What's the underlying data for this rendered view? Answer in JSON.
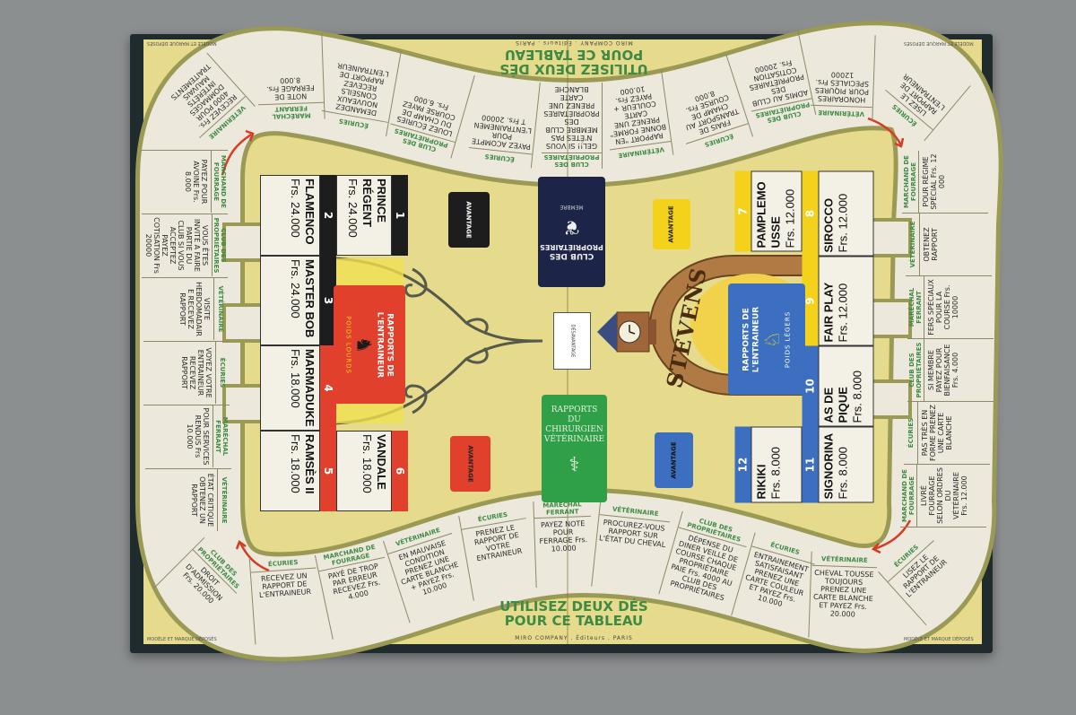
{
  "board": {
    "dice_title_line1": "UTILISEZ DEUX DÉS",
    "dice_title_line2": "POUR CE TABLEAU",
    "publisher": "MIRO COMPANY . Éditeurs . PARIS",
    "trademark": "MODÈLE ET MARQUE DÉPOSÉS",
    "colors": {
      "yellow": "#e6da8c",
      "track": "#ece9dc",
      "border": "#9a9a55",
      "green": "#3f8a45",
      "red": "#e0402c",
      "blue": "#3c6fc0",
      "navy": "#1c2448"
    }
  },
  "track": {
    "bottom": [
      {
        "label": "CLUB DES PROPRIÉTAIRES",
        "text": "DROIT D'ADMISSION Frs. 20.000"
      },
      {
        "label": "ÉCURIES",
        "text": "RECEVEZ UN RAPPORT DE L'ENTRAINEUR"
      },
      {
        "label": "MARCHAND DE FOURRAGE",
        "text": "PAYÉ DE TROP PAR ERREUR RECEVEZ Frs. 4.000"
      },
      {
        "label": "VÉTÉRINAIRE",
        "text": "EN MAUVAISE CONDITION PRENEZ UNE CARTE BLANCHE + PAYEZ Frs. 10.000"
      },
      {
        "label": "ÉCURIES",
        "text": "PRENEZ LE RAPPORT DE VOTRE ENTRAINEUR"
      },
      {
        "label": "MARÉCHAL FERRANT",
        "text": "PAYEZ NOTE POUR FERRAGE Frs. 10.000"
      },
      {
        "label": "VÉTÉRINAIRE",
        "text": "PROCUREZ-VOUS RAPPORT SUR L'ÉTAT DU CHEVAL"
      },
      {
        "label": "CLUB DES PROPRIÉTAIRES",
        "text": "DÉPENSE DU DINER VEILLE DE COURSE CHAQUE PROPRIÉTAIRE PAIE Frs. 4000 AU CLUB DES PROPRIÉTAIRES"
      },
      {
        "label": "ÉCURIES",
        "text": "ENTRAINEMENT SATISFAISANT PRENEZ UNE CARTE COULEUR ET PAYEZ Frs. 10.000"
      },
      {
        "label": "VÉTÉRINAIRE",
        "text": "CHEVAL TOUSSE TOUJOURS PRENEZ UNE CARTE BLANCHE ET PAYEZ Frs. 20.000"
      },
      {
        "label": "ÉCURIES",
        "text": "LISEZ LE RAPPORT DE L'ENTRAINEUR"
      }
    ],
    "right": [
      {
        "label": "MARCHAND DE FOURRAGE",
        "text": "LIVRÉ FOURRAGE SELON ORDRES DU VÉTÉRINAIRE Frs. 12.000"
      },
      {
        "label": "ÉCURIES",
        "text": "PAS TRÈS EN FORME PRENEZ UNE CARTE BLANCHE"
      },
      {
        "label": "CLUB DES PROPRIÉTAIRES",
        "text": "SI MEMBRE PAYEZ POUR BIENFAISANCE Frs. 4.000"
      },
      {
        "label": "MARÉCHAL FERRANT",
        "text": "FERS SPÉCIAUX POUR LA COURSE Frs. 10000"
      },
      {
        "label": "VÉTÉRINAIRE",
        "text": "OBTENEZ RAPPORT"
      },
      {
        "label": "MARCHAND DE FOURRAGE",
        "text": "POUR RÉGIME SPÉCIAL Frs. 12 000"
      }
    ],
    "top": [
      {
        "label": "ÉCURIES",
        "text": "LISEZ LE RAPPORT DE L'ENTRAINEUR"
      },
      {
        "label": "VÉTÉRINAIRE",
        "text": "HONORAIRES POUR PIQURES SPECIALES Frs. 12000"
      },
      {
        "label": "CLUB DES PROPRIÉTAIRES",
        "text": "ADMIS AU CLUB DES PROPRIÉTAIRES COTISATION Frs. 20000"
      },
      {
        "label": "ÉCURIES",
        "text": "FRAIS DE TRANSPORT AU CHAMP DE COURSE Frs. 8.000"
      },
      {
        "label": "VÉTÉRINAIRE",
        "text": "RAPPORT \"EN BONNE FORME\" PRENEZ UNE CARTE COULEUR + PAYEZ Frs. 10.000"
      },
      {
        "label": "CLUB DES PROPRIÉTAIRES",
        "text": "GEL!! SI VOUS N'ÊTES PAS MEMBRE CLUB DES PROPRIÉTAIRES PRENEZ UNE CARTE BLANCHE"
      },
      {
        "label": "ÉCURIES",
        "text": "PAYEZ ACOMPTE POUR L'ENTRAINEMENT Frs. 20000"
      },
      {
        "label": "CLUB DES PROPRIÉTAIRES",
        "text": "LOUEZ ÉCURIES DU CHAMP DE COURSE PAYEZ Frs. 6.000"
      },
      {
        "label": "ÉCURIES",
        "text": "DEMANDEZ NOUVEAUX CONSEILS RECEVEZ RAPPORT DE L'ENTRAINEUR"
      },
      {
        "label": "MARÉCHAL FERRANT",
        "text": "NOTE DE FERRAGE Frs. 8.000"
      },
      {
        "label": "VÉTÉRINAIRE",
        "text": "RECEVEZ Frs. 4000 POUR DOMMAGES INTÉRÊTS MAUVAIS TRAITEMENTS"
      }
    ],
    "left": [
      {
        "label": "MARCHAND DE FOURRAGE",
        "text": "PAYEZ POUR AVOINE Frs. 8.000"
      },
      {
        "label": "CLUB DES PROPRIÉTAIRES",
        "text": "VOUS ÊTES INVITÉ A FAIRE PARTIE DU CLUB SI VOUS ACCEPTEZ PAYEZ COTISATION Frs 20000"
      },
      {
        "label": "VÉTÉRINAIRE",
        "text": "VISITE HEBDOMADAIRE RECEVEZ RAPPORT"
      },
      {
        "label": "ÉCURIES",
        "text": "VOYEZ VOTRE ENTRAINEUR RECEVEZ RAPPORT"
      },
      {
        "label": "MARÉCHAL FERRANT",
        "text": "POUR SERVICES RENDUS Frs 10.000"
      },
      {
        "label": "VÉTÉRINAIRE",
        "text": "ÉTAT CRITIQUE OBTENEZ UN RAPPORT"
      }
    ]
  },
  "horses": [
    {
      "number": "1",
      "name": "PRINCE RÉGENT",
      "price": "Frs. 24.000"
    },
    {
      "number": "2",
      "name": "FLAMENCO",
      "price": "Frs. 24.000"
    },
    {
      "number": "3",
      "name": "MASTER BOB",
      "price": "Frs. 24.000"
    },
    {
      "number": "4",
      "name": "MARMADUKE",
      "price": "Frs. 18.000"
    },
    {
      "number": "5",
      "name": "RAMSÈS II",
      "price": "Frs. 18.000"
    },
    {
      "number": "6",
      "name": "VANDALE",
      "price": "Frs. 18.000"
    },
    {
      "number": "7",
      "name": "PAMPLEMOUSSE",
      "price": "Frs. 12.000"
    },
    {
      "number": "8",
      "name": "SIROCCO",
      "price": "Frs. 12.000"
    },
    {
      "number": "9",
      "name": "FAIR PLAY",
      "price": "Frs. 12.000"
    },
    {
      "number": "10",
      "name": "AS DE PIQUE",
      "price": "Frs. 8.000"
    },
    {
      "number": "11",
      "name": "SIGNORINA",
      "price": "Frs. 8.000"
    },
    {
      "number": "12",
      "name": "RIKIKI",
      "price": "Frs. 8.000"
    }
  ],
  "center": {
    "advantage": "AVANTAGE",
    "disadvantage": "DÉSAVANTAGE",
    "club_card_line1": "CLUB DES",
    "club_card_line2": "PROPRIÉTAIRES",
    "club_card_member": "MEMBRE",
    "vet_card": "RAPPORTS DU CHIRURGIEN VÉTÉRINAIRE",
    "trainer_heavy_title": "RAPPORTS DE L'ENTRAINEUR",
    "trainer_heavy_sub": "POIDS LOURDS",
    "trainer_light_title": "RAPPORTS DE L'ENTRAINEUR",
    "trainer_light_sub": "POIDS LÉGERS",
    "stevens": "STEVENS"
  }
}
